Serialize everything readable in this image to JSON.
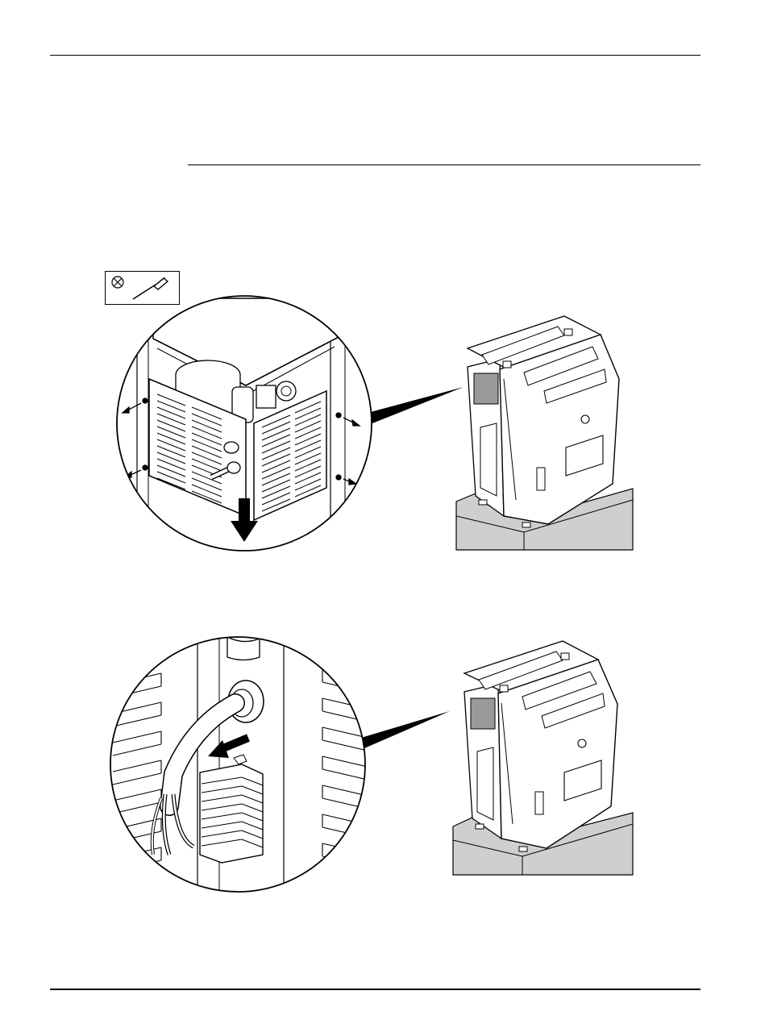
{
  "page": {
    "figures": [
      {
        "label": "figure-1",
        "step": "remove-panel"
      },
      {
        "label": "figure-2",
        "step": "disconnect-cable"
      }
    ],
    "tool_icon": "phillips-screwdriver-icon",
    "colors": {
      "line": "#000000",
      "panel_fill": "#ffffff",
      "base_fill": "#cfcfcf",
      "shade": "#9a9a9a"
    }
  }
}
